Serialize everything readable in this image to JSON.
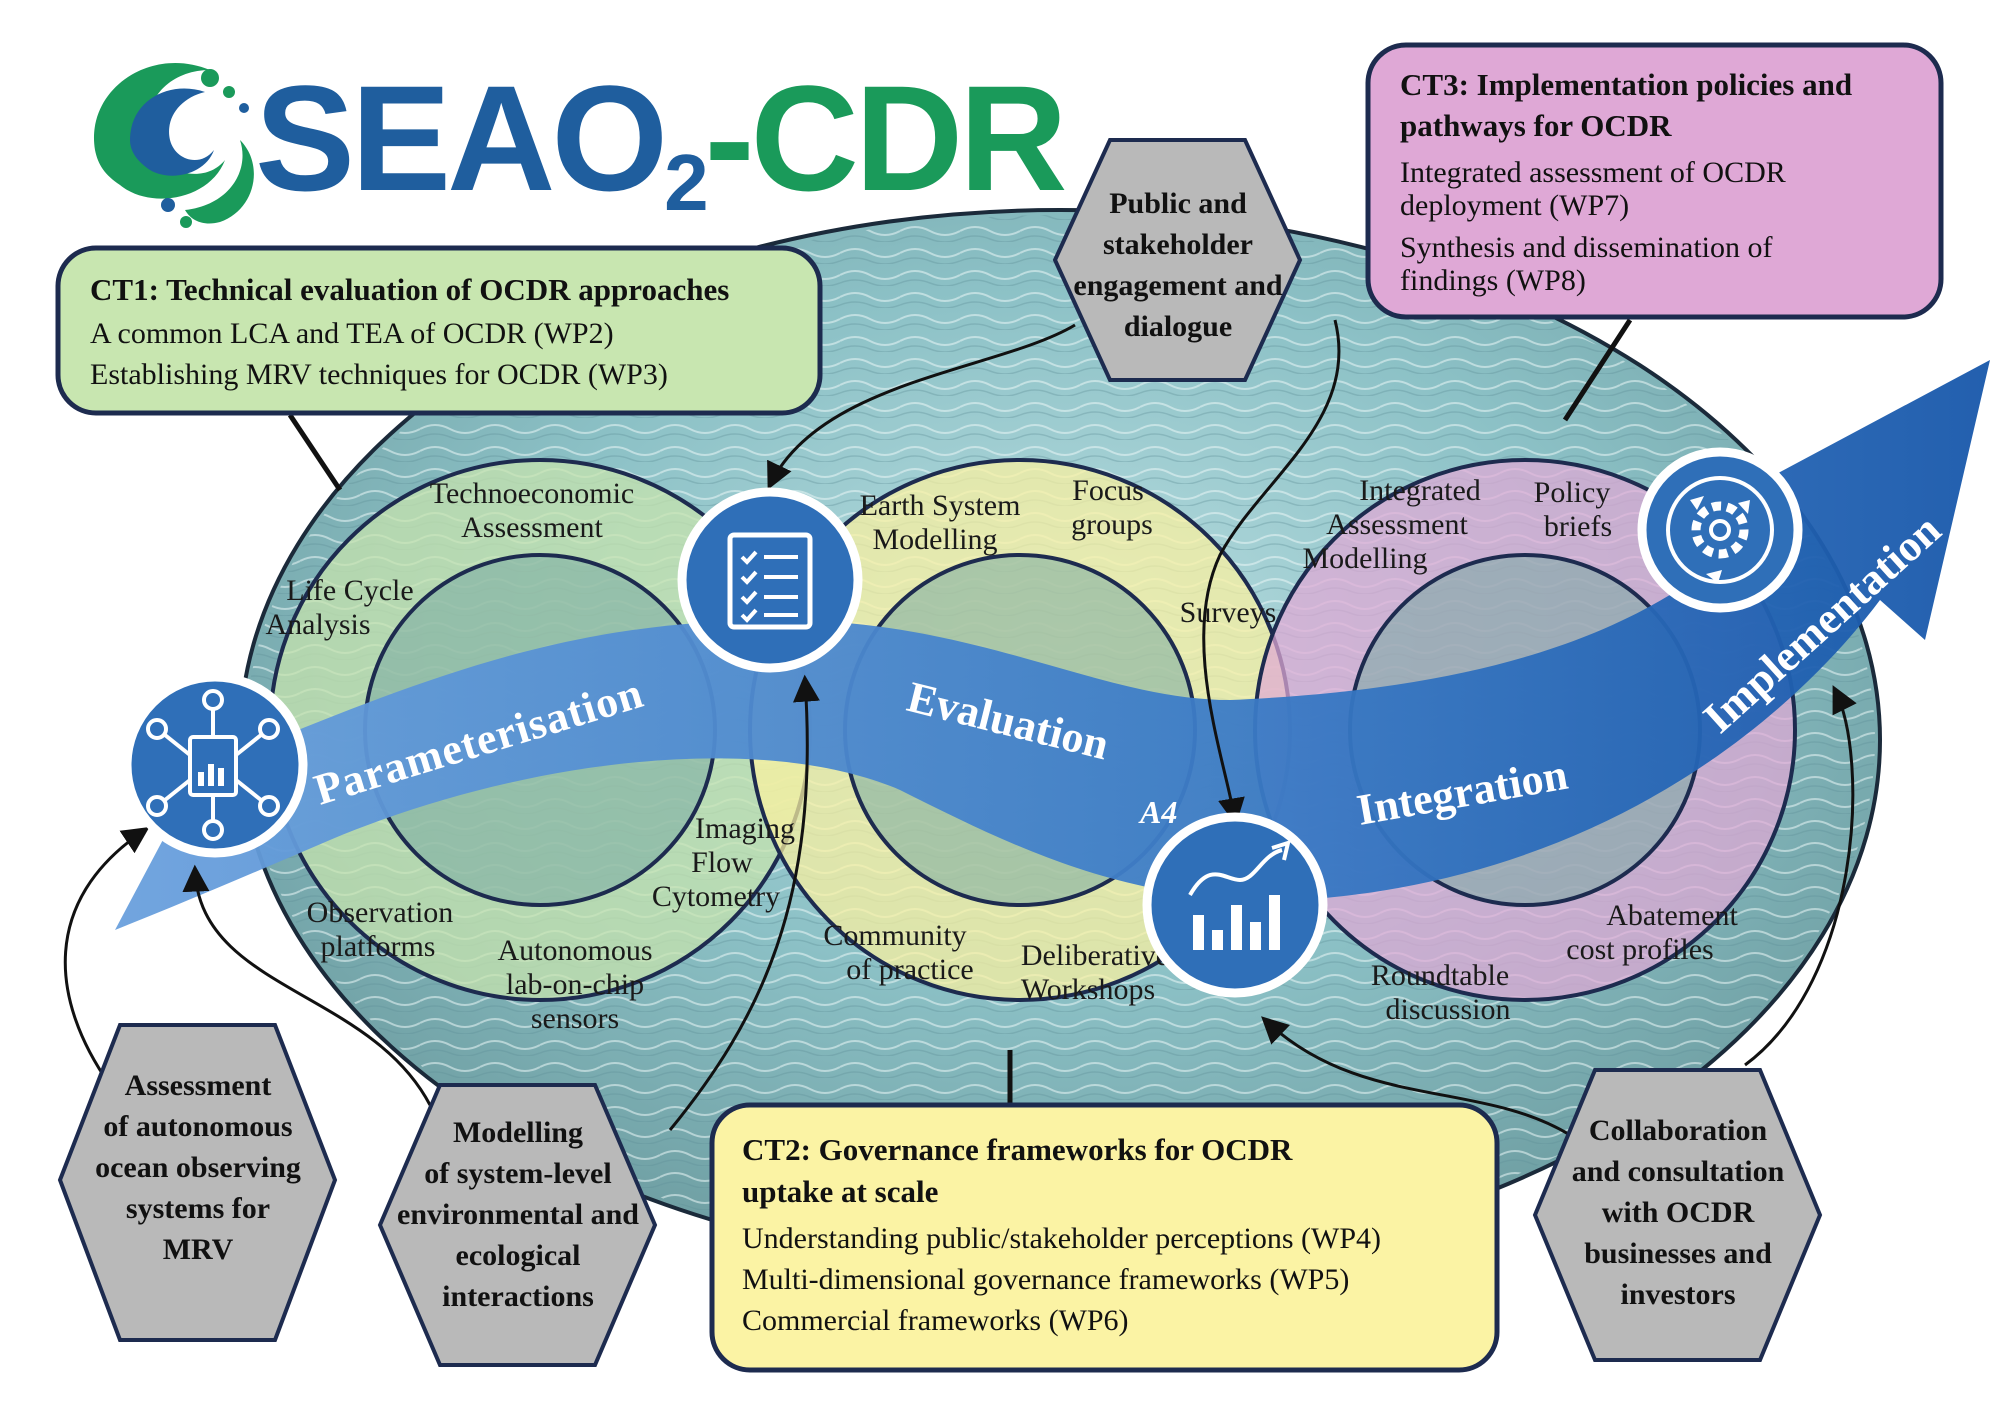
{
  "logo": {
    "main": "SEAO",
    "sub": "2",
    "suffix": "-CDR",
    "color_blue": "#1f5e9e",
    "color_green": "#1a9a5a"
  },
  "ct1": {
    "title": "CT1: Technical evaluation of OCDR approaches",
    "line1": "A common LCA and TEA of OCDR (WP2)",
    "line2": "Establishing MRV techniques for OCDR (WP3)",
    "color": "#c8e6b0"
  },
  "ct2": {
    "title1": "CT2: Governance frameworks for OCDR",
    "title2": "uptake at scale",
    "line1": "Understanding public/stakeholder perceptions (WP4)",
    "line2": "Multi-dimensional governance frameworks (WP5)",
    "line3": "Commercial frameworks (WP6)",
    "color": "#fbf3a4"
  },
  "ct3": {
    "title1": "CT3: Implementation policies and",
    "title2": "pathways for OCDR",
    "line1": "Integrated assessment of OCDR",
    "line2": "deployment (WP7)",
    "line3": "Synthesis and dissemination of",
    "line4": "findings (WP8)",
    "color": "#dfa8d6"
  },
  "hex_public": [
    "Public and",
    "stakeholder",
    "engagement and",
    "dialogue"
  ],
  "hex_assessment": [
    "Assessment",
    "of autonomous",
    "ocean observing",
    "systems for",
    "MRV"
  ],
  "hex_modelling": [
    "Modelling",
    "of system-level",
    "environmental and",
    "ecological",
    "interactions"
  ],
  "hex_collab": [
    "Collaboration",
    "and consultation",
    "with OCDR",
    "businesses and",
    "investors"
  ],
  "ring1": {
    "techno": [
      "Technoeconomic",
      "Assessment"
    ],
    "lca": [
      "Life Cycle",
      "Analysis"
    ],
    "imaging": [
      "Imaging",
      "Flow",
      "Cytometry"
    ],
    "obs": [
      "Observation",
      "platforms"
    ],
    "auto": [
      "Autonomous",
      "lab-on-chip",
      "sensors"
    ]
  },
  "ring2": {
    "esm": [
      "Earth System",
      "Modelling"
    ],
    "focus": [
      "Focus",
      "groups"
    ],
    "surveys": "Surveys",
    "community": [
      "Community",
      "of practice"
    ],
    "deliberative": [
      "Deliberative",
      "Workshops"
    ]
  },
  "ring3": {
    "iam": [
      "Integrated",
      "Assessment",
      "Modelling"
    ],
    "policy": [
      "Policy",
      "briefs"
    ],
    "abatement": [
      "Abatement",
      "cost profiles"
    ],
    "roundtable": [
      "Roundtable",
      "discussion"
    ]
  },
  "stages": {
    "param": "Parameterisation",
    "eval": "Evaluation",
    "integ": "Integration",
    "impl": "Implementation",
    "a4": "A4"
  },
  "colors": {
    "arrow": "#3f7fc9",
    "arrow_dark": "#1f5fb0",
    "icon": "#2f6fb8",
    "hex": "#b9b9b9",
    "ring_green": "#c5e3ad",
    "ring_yellow": "#fbf1a0",
    "ring_pink": "#e0a9d6"
  }
}
